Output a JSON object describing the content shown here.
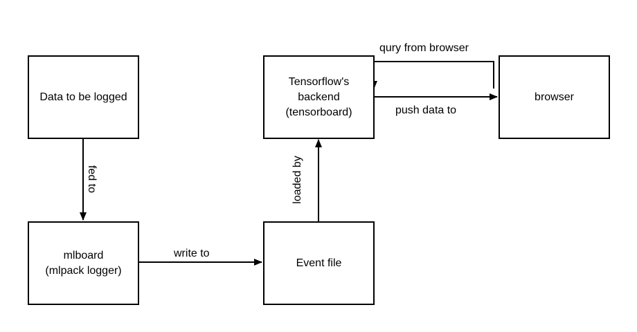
{
  "nodes": {
    "data_to_be_logged": "Data to be logged",
    "mlboard": "mlboard\n(mlpack logger)",
    "event_file": "Event file",
    "tensorflow_backend": "Tensorflow's\nbackend\n(tensorboard)",
    "browser": "browser"
  },
  "edges": {
    "fed_to": "fed to",
    "write_to": "write to",
    "loaded_by": "loaded by",
    "qury_from_browser": "qury from browser",
    "push_data_to": "push data to"
  },
  "colors": {
    "stroke": "#000000",
    "background": "#ffffff"
  }
}
